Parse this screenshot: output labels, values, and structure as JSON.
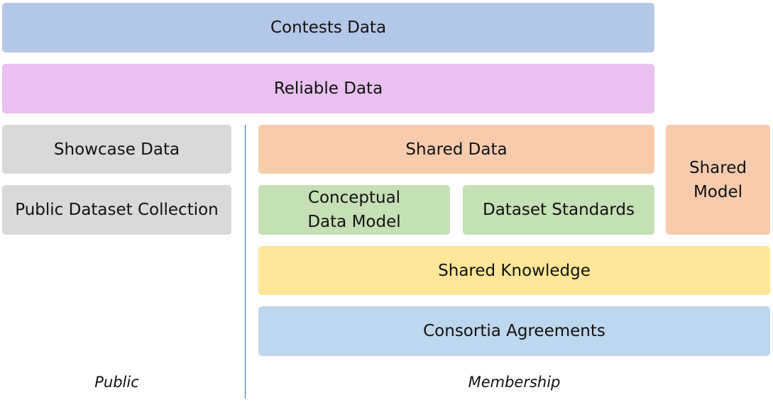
{
  "boxes": {
    "contests": {
      "label": "Contests Data",
      "color": "#b4c7e7"
    },
    "reliable": {
      "label": "Reliable Data",
      "color": "#eac0f0"
    },
    "showcase": {
      "label": "Showcase Data",
      "color": "#d9d9d9"
    },
    "public_collection": {
      "label": "Public Dataset Collection",
      "color": "#d9d9d9"
    },
    "shared_data": {
      "label": "Shared Data",
      "color": "#f8cbad"
    },
    "shared_model": {
      "label": "Shared\nModel",
      "color": "#f8cbad"
    },
    "conceptual_model": {
      "label": "Conceptual\nData Model",
      "color": "#c5e0b4"
    },
    "dataset_standards": {
      "label": "Dataset Standards",
      "color": "#c5e0b4"
    },
    "shared_knowledge": {
      "label": "Shared Knowledge",
      "color": "#ffe699"
    },
    "consortia": {
      "label": "Consortia Agreements",
      "color": "#bdd7ee"
    }
  },
  "captions": {
    "public": "Public",
    "membership": "Membership"
  }
}
